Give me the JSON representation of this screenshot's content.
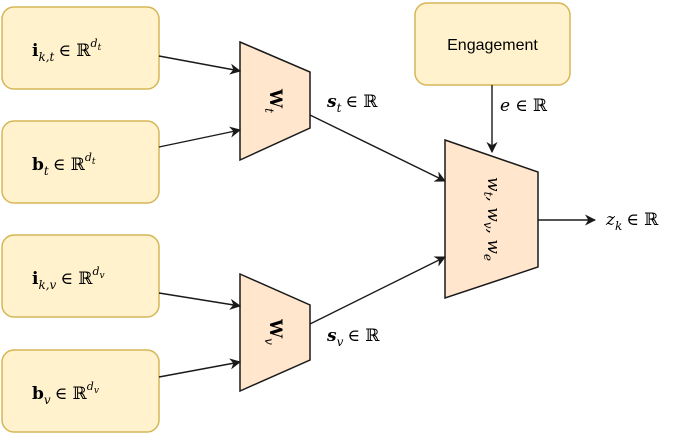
{
  "inputs": {
    "i_kt": {
      "symbol": "i",
      "subscript": "k,t",
      "set": "∈ ℝ",
      "exponent": "d",
      "exponent_sub": "t"
    },
    "b_t": {
      "symbol": "b",
      "subscript": "t",
      "set": "∈ ℝ",
      "exponent": "d",
      "exponent_sub": "t"
    },
    "i_kv": {
      "symbol": "i",
      "subscript": "k,v",
      "set": "∈ ℝ",
      "exponent": "d",
      "exponent_sub": "v"
    },
    "b_v": {
      "symbol": "b",
      "subscript": "v",
      "set": "∈ ℝ",
      "exponent": "d",
      "exponent_sub": "v"
    }
  },
  "engagement": {
    "label": "Engagement"
  },
  "weights": {
    "text": {
      "symbol": "W",
      "subscript": "t"
    },
    "visual": {
      "symbol": "W",
      "subscript": "v"
    }
  },
  "fusion": {
    "label": "w_t, w_v, w_e",
    "parts": [
      "w",
      "t",
      ", w",
      "v",
      ", w",
      "e"
    ]
  },
  "edges": {
    "s_t": {
      "symbol": "s",
      "subscript": "t",
      "set": "∈ ℝ"
    },
    "s_v": {
      "symbol": "s",
      "subscript": "v",
      "set": "∈ ℝ"
    },
    "e": {
      "symbol": "e",
      "set": "∈ ℝ"
    },
    "z_k": {
      "symbol": "z",
      "subscript": "k",
      "set": "∈ ℝ"
    }
  },
  "colors": {
    "input_fill": "#fff2cc",
    "input_stroke": "#d6b656",
    "block_fill": "#ffe6cc",
    "line": "#1a1a1a"
  }
}
